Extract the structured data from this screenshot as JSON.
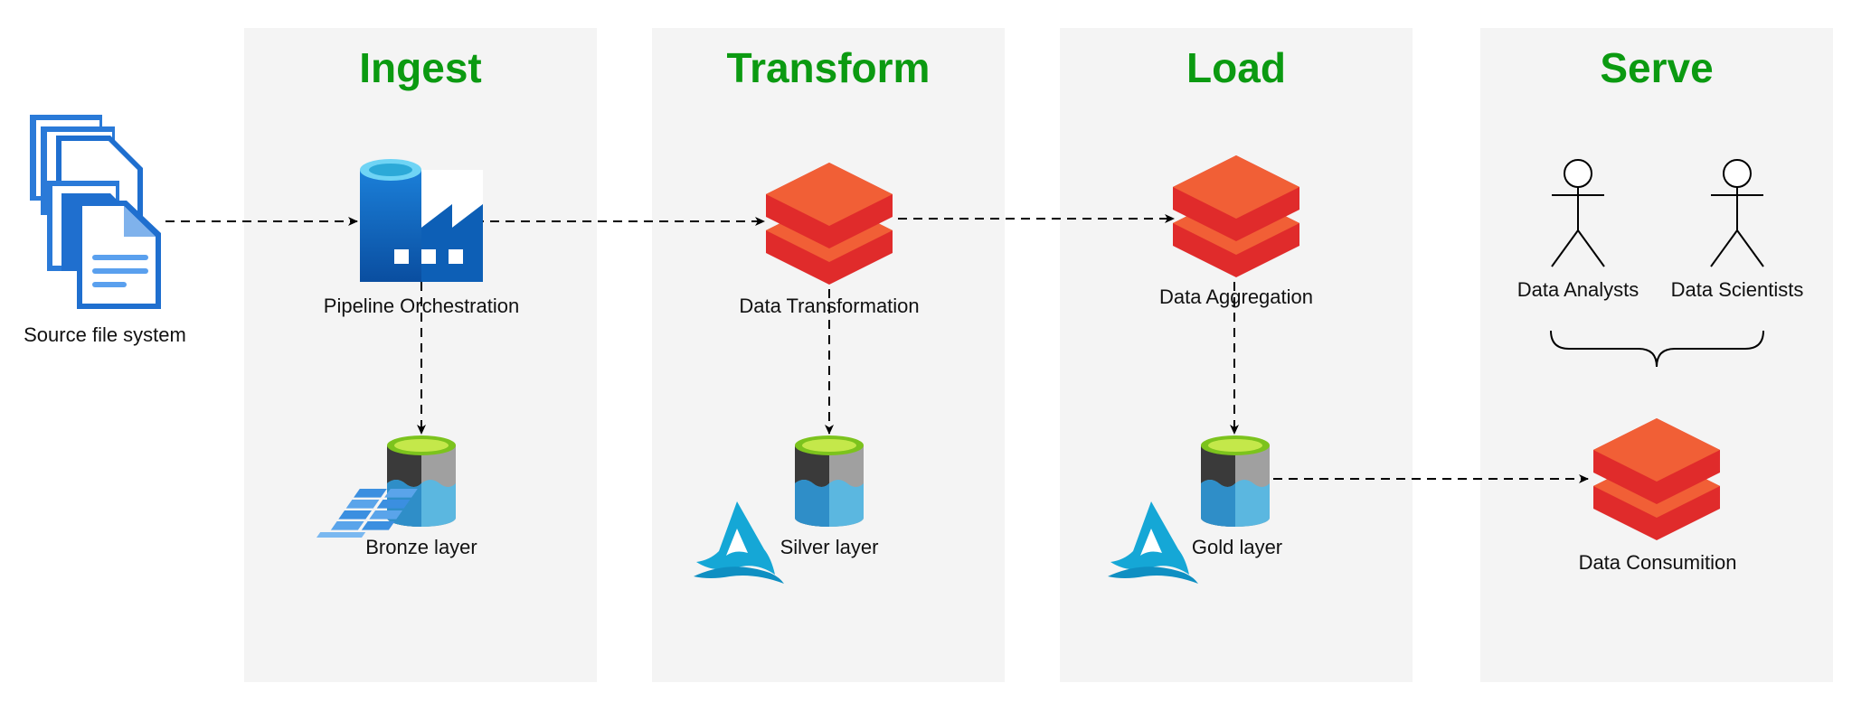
{
  "stages": {
    "ingest": "Ingest",
    "transform": "Transform",
    "load": "Load",
    "serve": "Serve"
  },
  "nodes": {
    "source": "Source file system",
    "pipeline": "Pipeline Orchestration",
    "bronze": "Bronze layer",
    "transformation": "Data Transformation",
    "silver": "Silver layer",
    "aggregation": "Data Aggregation",
    "gold": "Gold layer",
    "analysts": "Data Analysts",
    "scientists": "Data Scientists",
    "consumption": "Data Consumition"
  },
  "colors": {
    "title_green": "#0b9a11",
    "panel": "#f4f4f4",
    "databricks_top": "#f15f36",
    "databricks_bottom": "#e02b2b",
    "azure_blue": "#0a66c2",
    "lake_teal": "#1aaad8"
  },
  "icons": {
    "source": "document-stack-icon",
    "pipeline": "data-factory-icon",
    "storage": "data-lake-storage-icon",
    "databricks": "databricks-icon",
    "lake": "azure-lake-icon",
    "bronze": "blob-grid-icon",
    "user": "stick-figure-icon"
  }
}
